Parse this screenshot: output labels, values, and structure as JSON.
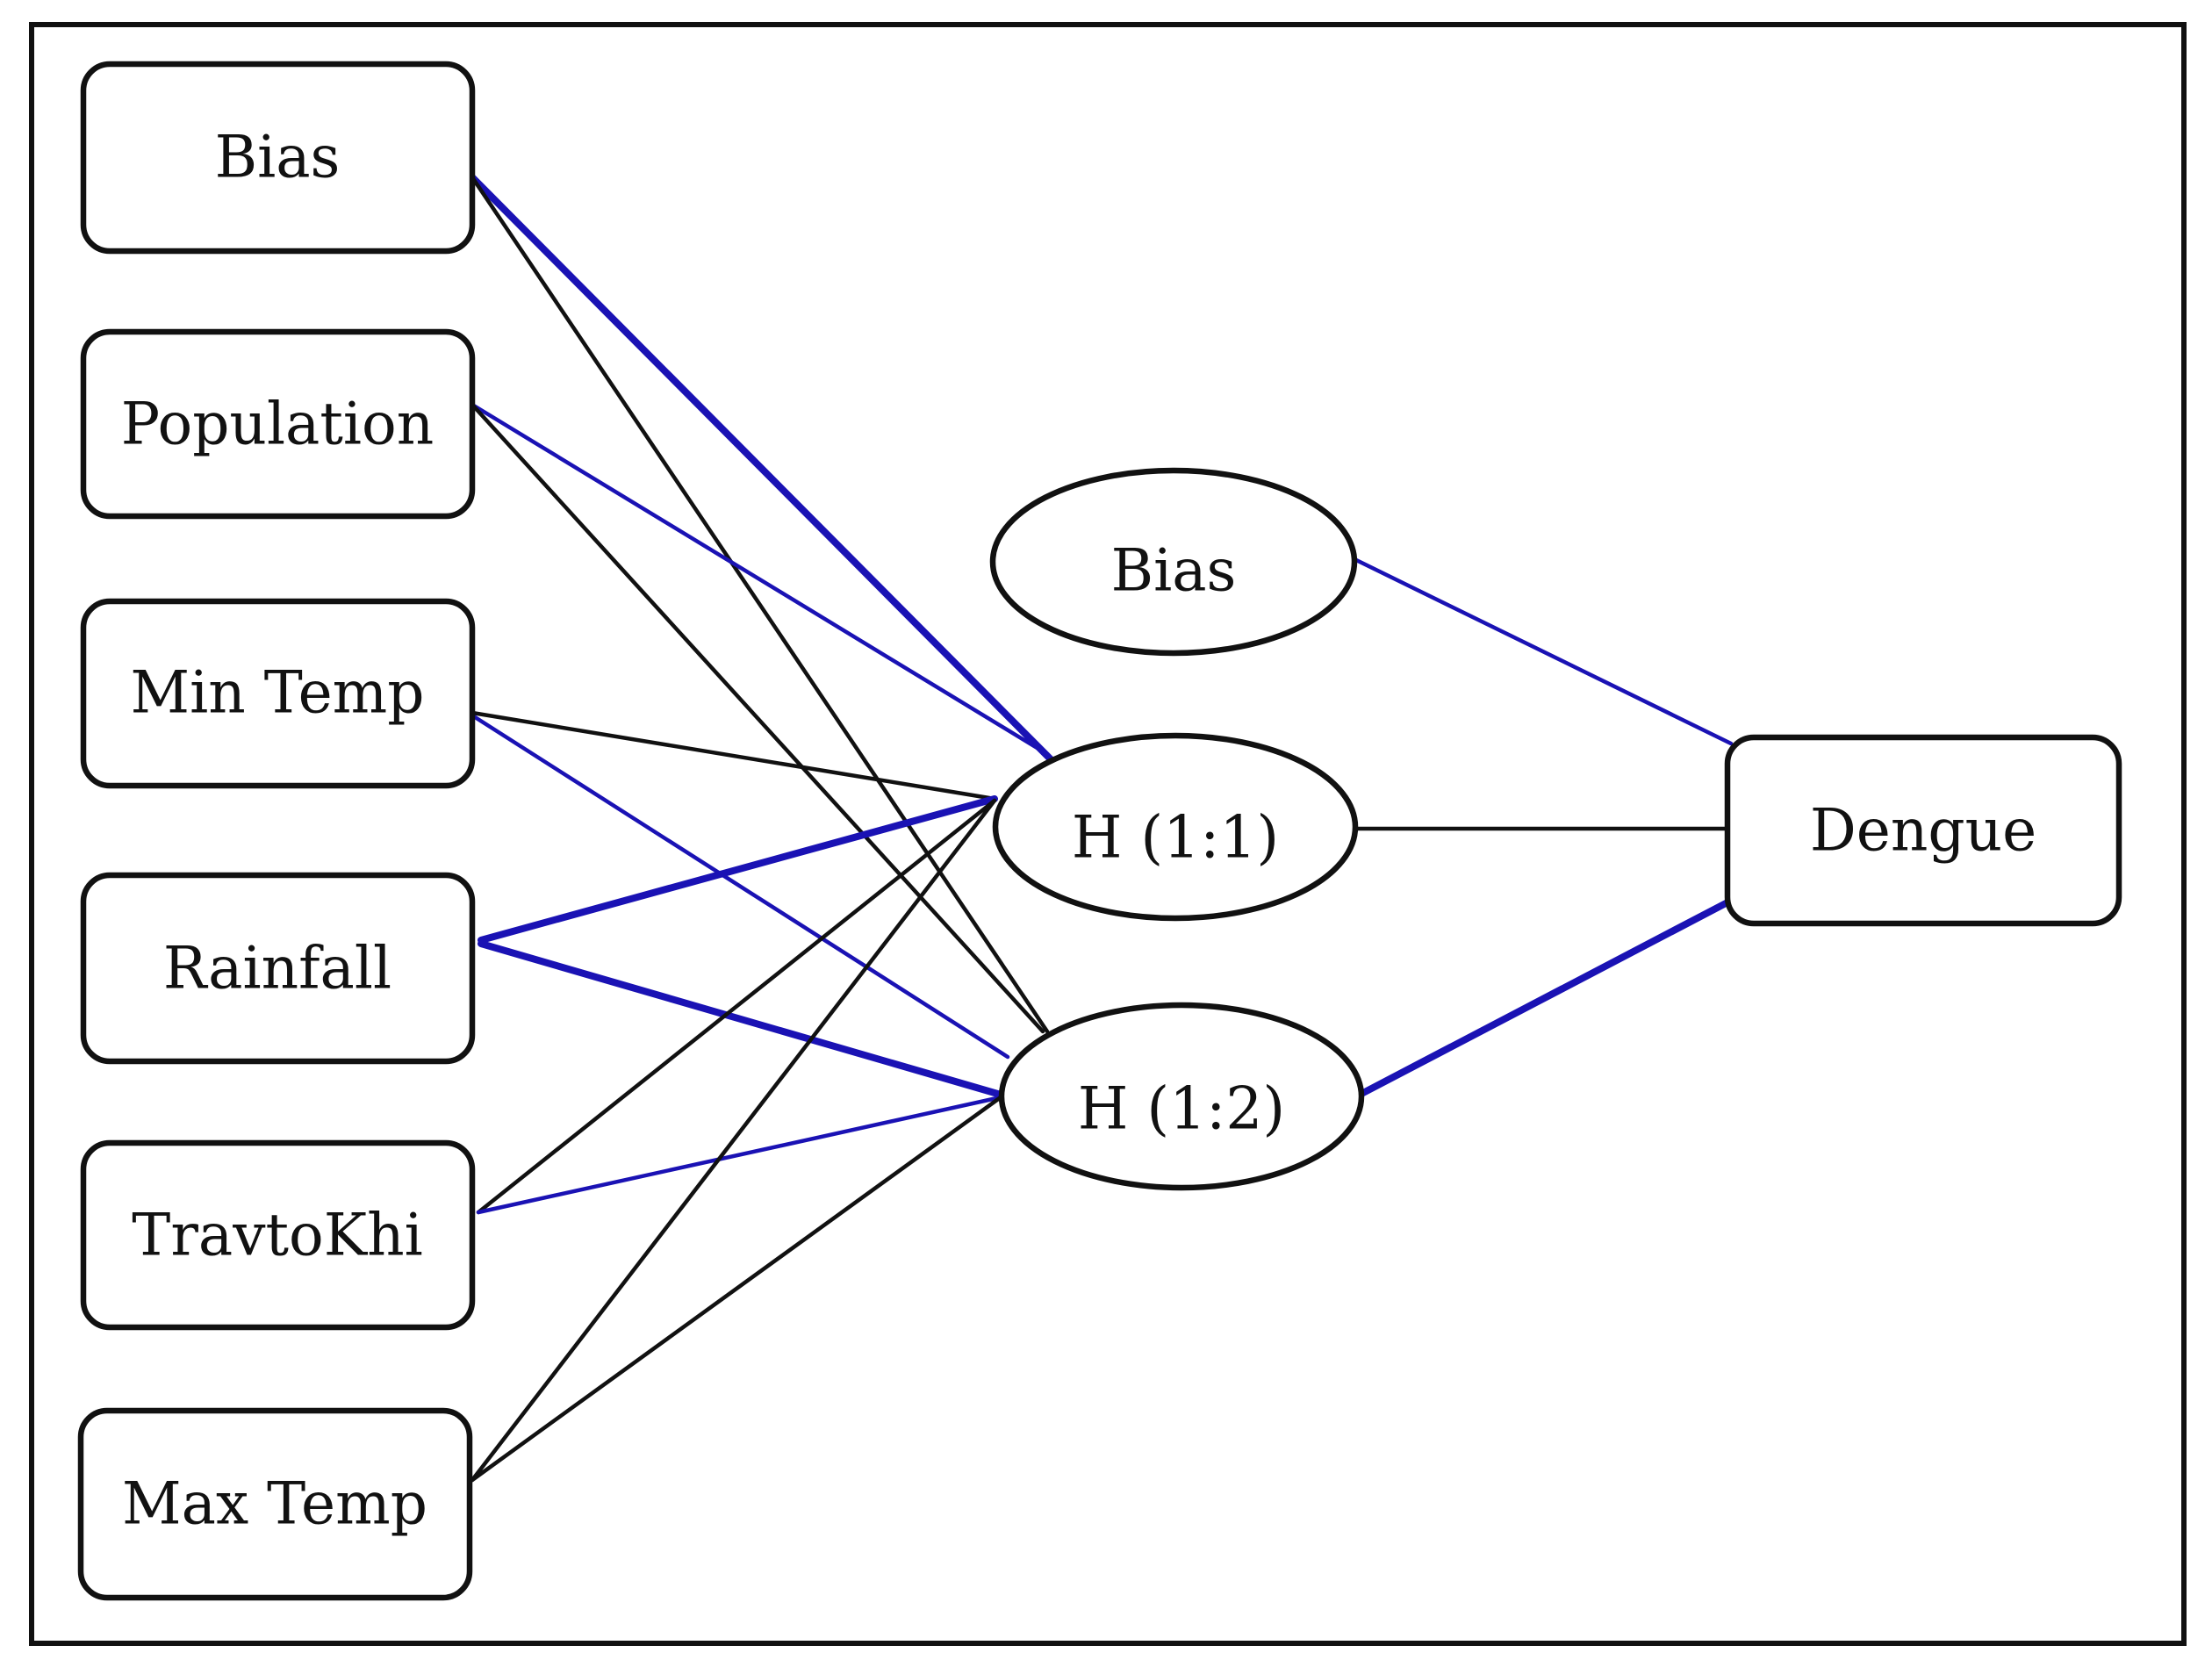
{
  "colors": {
    "positive_weight": "#1a12b4",
    "negative_weight": "#111111",
    "node_border": "#111111",
    "background": "#ffffff"
  },
  "nodes": {
    "input_bias": {
      "label": "Bias",
      "layer": "input",
      "shape": "rounded-rectangle"
    },
    "population": {
      "label": "Population",
      "layer": "input",
      "shape": "rounded-rectangle"
    },
    "min_temp": {
      "label": "Min Temp",
      "layer": "input",
      "shape": "rounded-rectangle"
    },
    "rainfall": {
      "label": "Rainfall",
      "layer": "input",
      "shape": "rounded-rectangle"
    },
    "travtokhi": {
      "label": "TravtoKhi",
      "layer": "input",
      "shape": "rounded-rectangle"
    },
    "max_temp": {
      "label": "Max Temp",
      "layer": "input",
      "shape": "rounded-rectangle"
    },
    "hidden_bias": {
      "label": "Bias",
      "layer": "hidden",
      "shape": "ellipse"
    },
    "h11": {
      "label": "H (1:1)",
      "layer": "hidden",
      "shape": "ellipse"
    },
    "h12": {
      "label": "H (1:2)",
      "layer": "hidden",
      "shape": "ellipse"
    },
    "dengue": {
      "label": "Dengue",
      "layer": "output",
      "shape": "rounded-rectangle"
    }
  },
  "edges": [
    {
      "from": "input_bias",
      "to": "h11",
      "color": "positive_weight",
      "weight": "thick"
    },
    {
      "from": "input_bias",
      "to": "h12",
      "color": "negative_weight",
      "weight": "thin"
    },
    {
      "from": "population",
      "to": "h11",
      "color": "positive_weight",
      "weight": "thin"
    },
    {
      "from": "population",
      "to": "h12",
      "color": "negative_weight",
      "weight": "thin"
    },
    {
      "from": "min_temp",
      "to": "h11",
      "color": "negative_weight",
      "weight": "thin"
    },
    {
      "from": "min_temp",
      "to": "h12",
      "color": "positive_weight",
      "weight": "thin"
    },
    {
      "from": "rainfall",
      "to": "h11",
      "color": "positive_weight",
      "weight": "thick"
    },
    {
      "from": "rainfall",
      "to": "h12",
      "color": "positive_weight",
      "weight": "thick"
    },
    {
      "from": "travtokhi",
      "to": "h11",
      "color": "negative_weight",
      "weight": "thin"
    },
    {
      "from": "travtokhi",
      "to": "h12",
      "color": "positive_weight",
      "weight": "thin"
    },
    {
      "from": "max_temp",
      "to": "h11",
      "color": "negative_weight",
      "weight": "thin"
    },
    {
      "from": "max_temp",
      "to": "h12",
      "color": "negative_weight",
      "weight": "thin"
    },
    {
      "from": "hidden_bias",
      "to": "dengue",
      "color": "positive_weight",
      "weight": "thin"
    },
    {
      "from": "h11",
      "to": "dengue",
      "color": "negative_weight",
      "weight": "thin"
    },
    {
      "from": "h12",
      "to": "dengue",
      "color": "positive_weight",
      "weight": "thick"
    }
  ]
}
